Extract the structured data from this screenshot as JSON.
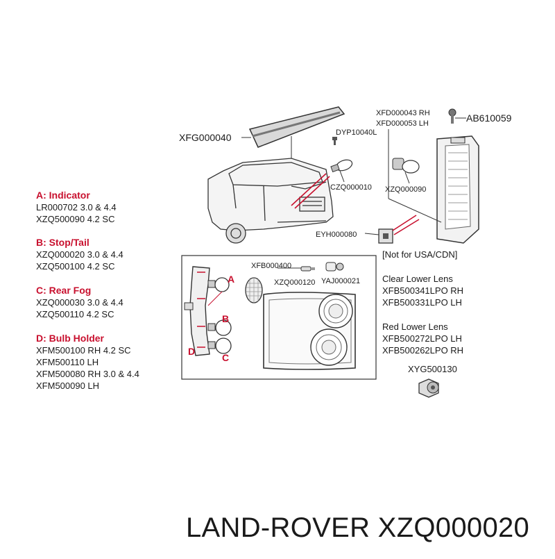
{
  "callouts": {
    "xfg000040": "XFG000040",
    "dyp10040l": "DYP10040L",
    "xfd000043": "XFD000043 RH",
    "xfd000053": "XFD000053 LH",
    "ab610059": "AB610059",
    "czq000010": "CZQ000010",
    "xzq000090": "XZQ000090",
    "eyh000080": "EYH000080",
    "not_for_usa": "[Not for USA/CDN]",
    "xfb000400": "XFB000400",
    "xzq000120": "XZQ000120",
    "yaj000021": "YAJ000021",
    "clear_lower_lens": "Clear Lower Lens",
    "xfb500341": "XFB500341LPO RH",
    "xfb500331": "XFB500331LPO LH",
    "red_lower_lens": "Red Lower Lens",
    "xfb500272": "XFB500272LPO LH",
    "xfb500262": "XFB500262LPO RH",
    "xyg500130": "XYG500130"
  },
  "bulb_letters": {
    "a": "A",
    "b": "B",
    "c": "C",
    "d": "D"
  },
  "legend": [
    {
      "heading": "A: Indicator",
      "lines": [
        "LR000702 3.0 & 4.4",
        "XZQ500090 4.2 SC"
      ]
    },
    {
      "heading": "B: Stop/Tail",
      "lines": [
        "XZQ000020 3.0 & 4.4",
        "XZQ500100 4.2 SC"
      ]
    },
    {
      "heading": "C: Rear Fog",
      "lines": [
        "XZQ000030 3.0 & 4.4",
        "XZQ500110 4.2 SC"
      ]
    },
    {
      "heading": "D: Bulb Holder",
      "lines": [
        "XFM500100 RH 4.2 SC",
        "XFM500110 LH",
        "XFM500080 RH 3.0 & 4.4",
        "XFM500090 LH"
      ]
    }
  ],
  "footer": "LAND-ROVER XZQ000020",
  "colors": {
    "accent": "#c8102e",
    "text": "#1a1a1a",
    "line": "#333333"
  }
}
